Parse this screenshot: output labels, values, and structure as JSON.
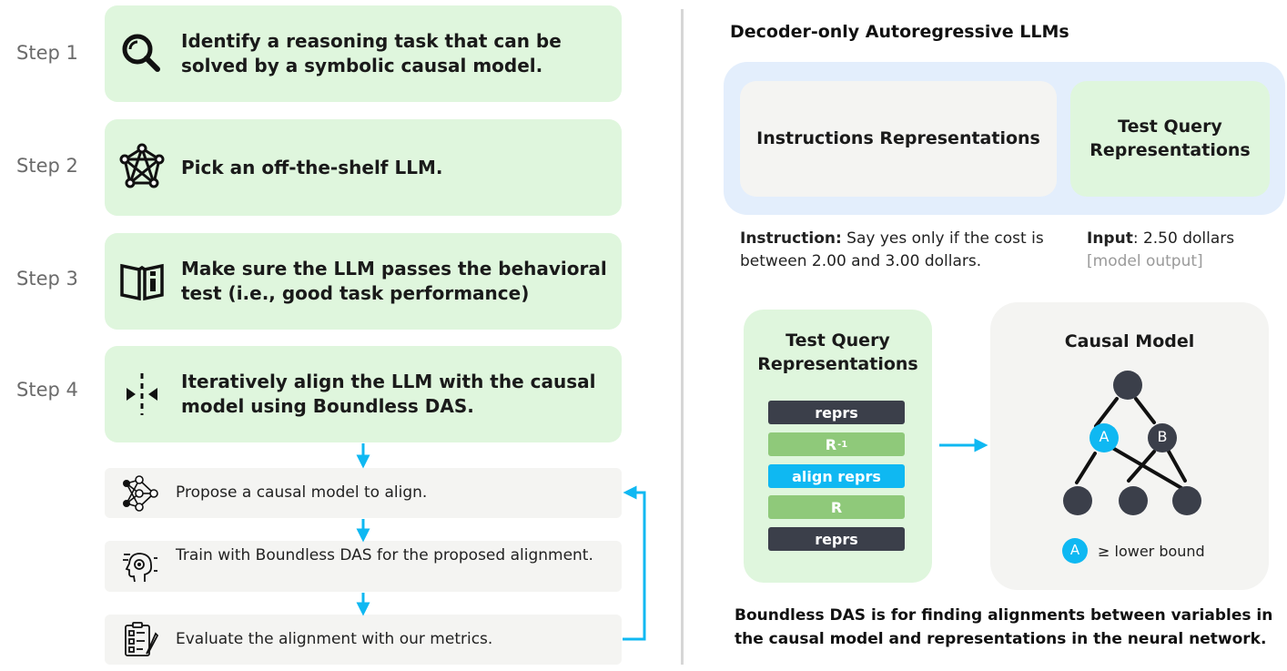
{
  "steps": [
    {
      "label": "Step 1",
      "text": "Identify a reasoning task that can be solved by a symbolic causal model."
    },
    {
      "label": "Step 2",
      "text": "Pick an off-the-shelf LLM."
    },
    {
      "label": "Step 3",
      "text": "Make sure the LLM passes the behavioral test (i.e., good task performance)"
    },
    {
      "label": "Step 4",
      "text": "Iteratively align the LLM with the causal model using Boundless DAS."
    }
  ],
  "substeps": [
    {
      "text": "Propose a causal model to align."
    },
    {
      "text": "Train with Boundless DAS for the proposed alignment."
    },
    {
      "text": "Evaluate the alignment with our metrics."
    }
  ],
  "llm": {
    "title": "Decoder-only Autoregressive LLMs",
    "instructions_label": "Instructions Representations",
    "test_query_label": "Test Query Representations"
  },
  "example": {
    "instruction_key": "Instruction:",
    "instruction_value": " Say yes only if the cost is between 2.00 and 3.00 dollars.",
    "input_key": "Input",
    "input_value": ": 2.50 dollars",
    "model_output": "[model output]"
  },
  "test_query": {
    "title": "Test Query Representations",
    "bars": [
      {
        "label": "reprs",
        "kind": "dark"
      },
      {
        "label": "R",
        "sup": "-1",
        "kind": "green"
      },
      {
        "label": "align reprs",
        "kind": "blue"
      },
      {
        "label": "R",
        "kind": "green"
      },
      {
        "label": "reprs",
        "kind": "dark"
      }
    ]
  },
  "causal_model": {
    "title": "Causal Model",
    "node_a": "A",
    "node_b": "B",
    "legend_node": "A",
    "legend_text": "≥ lower bound"
  },
  "caption": "Boundless DAS is for finding alignments between variables in the causal model and representations in the neural network.",
  "colors": {
    "step_green": "#dff6dd",
    "accent_blue": "#0fb8f2",
    "node_dark": "#3b3f4a",
    "bar_green": "#8fc97a",
    "llm_blue": "#e3eefc"
  },
  "icons": [
    "search-icon",
    "network-icon",
    "book-info-icon",
    "align-arrows-icon",
    "neural-net-icon",
    "ai-head-icon",
    "checklist-icon"
  ]
}
